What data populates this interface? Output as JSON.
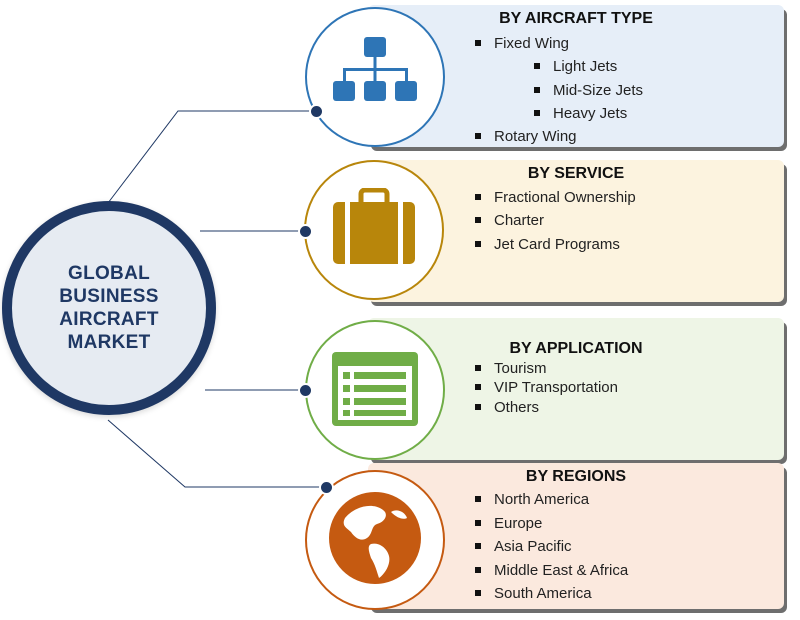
{
  "hub": {
    "title": "GLOBAL BUSINESS AIRCRAFT MARKET"
  },
  "segments": [
    {
      "title": "BY AIRCRAFT TYPE",
      "icon": "hierarchy-icon",
      "accent": "#2e75b6",
      "background": "#e6eef8",
      "items": [
        "Fixed Wing",
        "Light Jets",
        "Mid-Size Jets",
        "Heavy Jets",
        "Rotary Wing"
      ]
    },
    {
      "title": "BY SERVICE",
      "icon": "briefcase-icon",
      "accent": "#b8860b",
      "background": "#fcf3df",
      "items": [
        "Fractional Ownership",
        "Charter",
        "Jet Card Programs"
      ]
    },
    {
      "title": "BY APPLICATION",
      "icon": "list-window-icon",
      "accent": "#70ad47",
      "background": "#eef5e6",
      "items": [
        "Tourism",
        "VIP Transportation",
        "Others"
      ]
    },
    {
      "title": "BY REGIONS",
      "icon": "globe-icon",
      "accent": "#c55a11",
      "background": "#fbe9de",
      "items": [
        "North America",
        "Europe",
        "Asia Pacific",
        "Middle East & Africa",
        "South America"
      ]
    }
  ]
}
